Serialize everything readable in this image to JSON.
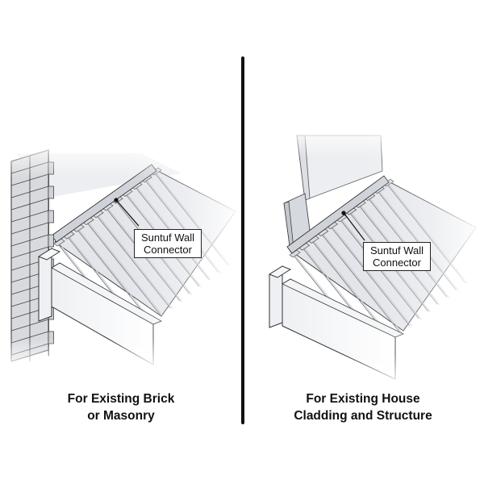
{
  "panels": [
    {
      "id": "brick",
      "callout": {
        "line1": "Suntuf Wall",
        "line2": "Connector"
      },
      "caption": {
        "line1": "For Existing Brick",
        "line2": "or Masonry"
      }
    },
    {
      "id": "cladding",
      "callout": {
        "line1": "Suntuf Wall",
        "line2": "Connector"
      },
      "caption": {
        "line1": "For Existing House",
        "line2": "Cladding and Structure"
      }
    }
  ],
  "colors": {
    "divider": "#111111",
    "outline": "#333333",
    "panel_fill": "#e4e6ea",
    "brick_fill": "#d5d7dc"
  }
}
